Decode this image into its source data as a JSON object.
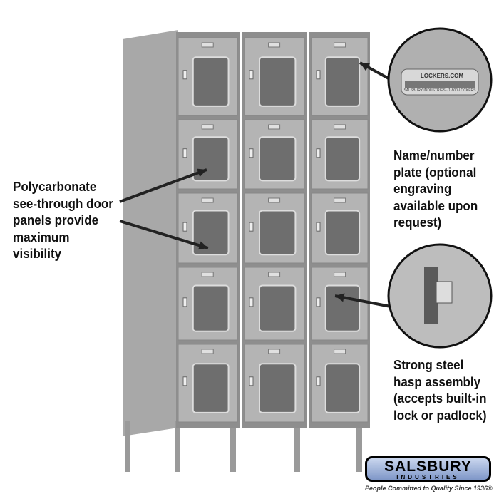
{
  "callouts": {
    "left": [
      "Polycarbonate",
      "see-through door",
      "panels provide",
      "maximum",
      "visibility"
    ],
    "plate": [
      "Name/number",
      "plate (optional",
      "engraving",
      "available upon",
      "request)"
    ],
    "hasp": [
      "Strong steel",
      "hasp assembly",
      "(accepts built-in",
      "lock or padlock)"
    ]
  },
  "plate_text": "LOCKERS.COM",
  "plate_subtext": "SALSBURY INDUSTRIES · 1-800-LOCKERS",
  "logo": {
    "brand": "SALSBURY",
    "sub": "INDUSTRIES",
    "tagline": "People Committed to Quality Since 1936®"
  },
  "colors": {
    "locker": "#b4b4b4",
    "locker_dark": "#8e8e8e",
    "window": "#6e6e6e"
  }
}
